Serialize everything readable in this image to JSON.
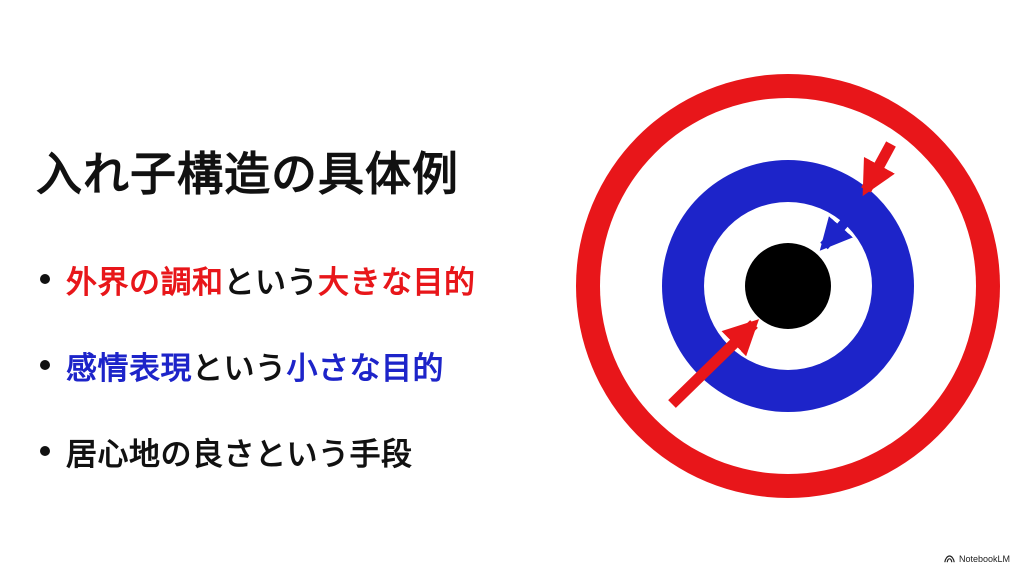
{
  "slide": {
    "title": "入れ子構造の具体例",
    "bullets": [
      {
        "parts": [
          {
            "text": "外界の調和",
            "color": "#e8161a"
          },
          {
            "text": "という",
            "color": "#111111"
          },
          {
            "text": "大きな目的",
            "color": "#e8161a"
          }
        ]
      },
      {
        "parts": [
          {
            "text": "感情表現",
            "color": "#1d24c9"
          },
          {
            "text": "という",
            "color": "#111111"
          },
          {
            "text": "小さな目的",
            "color": "#1d24c9"
          }
        ]
      },
      {
        "parts": [
          {
            "text": "居心地の良さという手段",
            "color": "#111111"
          }
        ]
      }
    ]
  },
  "target": {
    "ring_colors": [
      "#e8161a",
      "#ffffff",
      "#1d24c9",
      "#ffffff",
      "#000000"
    ],
    "arrow_colors": [
      "#e8161a",
      "#1d24c9",
      "#e8161a"
    ]
  },
  "watermark": {
    "text": "NotebookLM"
  }
}
